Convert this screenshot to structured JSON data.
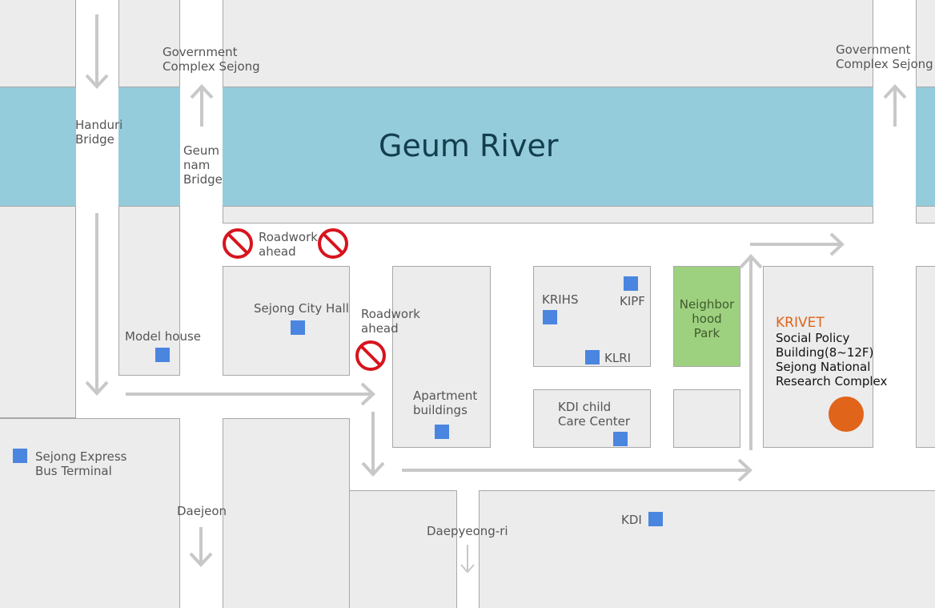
{
  "river": {
    "name": "Geum River",
    "color": "#95ccdb"
  },
  "colors": {
    "block": "#ececec",
    "road": "#ffffff",
    "arrow": "#c8c8c8",
    "marker": "#4a86e0",
    "park": "#9ed17f",
    "destination": "#e0641a",
    "no_entry": "#d7141e"
  },
  "bridges": {
    "handuri": "Handuri\nBridge",
    "geumnam": "Geum\nnam\nBridge"
  },
  "directions": {
    "gov_complex_left": "Government\nComplex Sejong",
    "gov_complex_right": "Government\nComplex Sejong",
    "daejeon": "Daejeon",
    "daepyeong": "Daepyeong-ri"
  },
  "roadwork": {
    "label_top": "Roadwork\nahead",
    "label_mid": "Roadwork\nahead",
    "icon": "no-entry-icon"
  },
  "places": {
    "model_house": "Model house",
    "city_hall": "Sejong City Hall",
    "apartments": "Apartment\nbuildings",
    "krihs": "KRIHS",
    "kipf": "KIPF",
    "klri": "KLRI",
    "kdi_child": "KDI child\nCare Center",
    "park": "Neighbor\nhood\nPark",
    "kdi": "KDI",
    "bus_terminal": "Sejong Express\nBus Terminal"
  },
  "destination": {
    "name": "KRIVET",
    "details": "Social Policy\nBuilding(8~12F)\nSejong National\nResearch Complex",
    "name_color": "#e0641a"
  }
}
